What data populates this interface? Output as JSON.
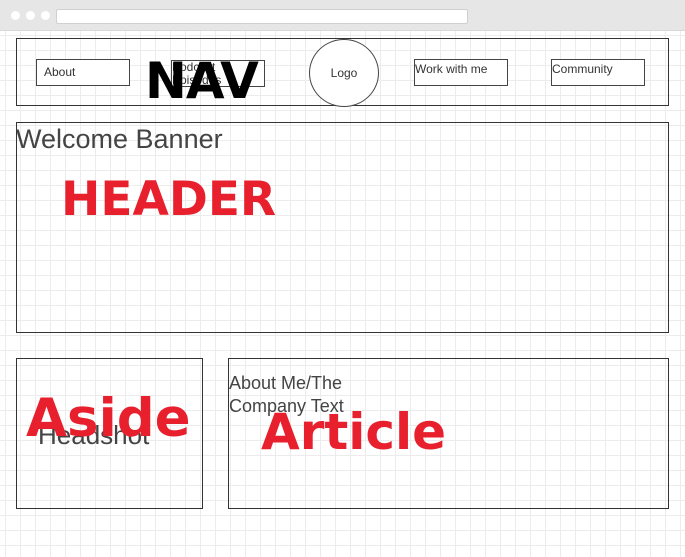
{
  "nav": {
    "items": [
      "About",
      "Podcast Episodes",
      "Work with me",
      "Community"
    ],
    "logo": "Logo",
    "section_label": "NAV"
  },
  "header": {
    "title": "Welcome Banner",
    "section_label": "HEADER"
  },
  "aside": {
    "content": "Headshot",
    "section_label": "Aside"
  },
  "article": {
    "content_line1": "About Me/The",
    "content_line2": "Company Text",
    "section_label": "Article"
  },
  "colors": {
    "annotation_red": "#e8202e",
    "annotation_black": "#000000",
    "wireframe_text": "#444444"
  }
}
